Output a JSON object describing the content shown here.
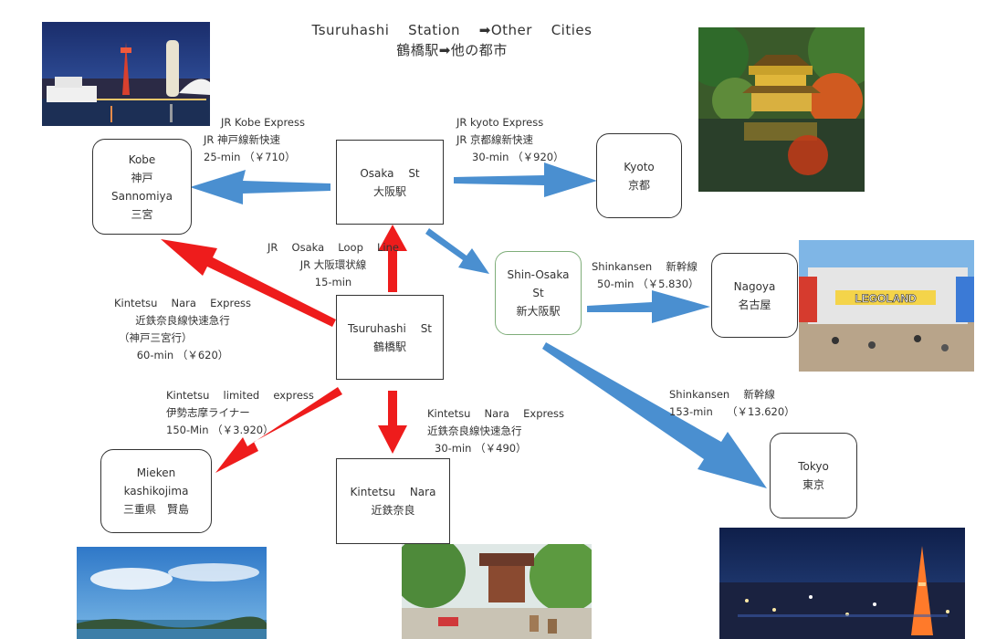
{
  "title": {
    "line1": "Tsuruhashi　 Station　 ➡Other　 Cities",
    "line2": "鶴橋駅➡他の都市"
  },
  "nodes": {
    "kobe": [
      "Kobe",
      "神戸",
      "Sannomiya",
      "三宮"
    ],
    "osaka": [
      "Osaka　 St",
      "大阪駅"
    ],
    "kyoto": [
      "Kyoto",
      "京都"
    ],
    "shin_osaka": [
      "Shin-Osaka",
      "St",
      "新大阪駅"
    ],
    "nagoya": [
      "Nagoya",
      "名古屋"
    ],
    "tsuruhashi": [
      "Tsuruhashi　 St",
      "鶴橋駅"
    ],
    "mieken": [
      "Mieken",
      "kashikojima",
      "三重県　賢島"
    ],
    "kintetsu_nara": [
      "Kintetsu　 Nara",
      "近鉄奈良"
    ],
    "tokyo": [
      "Tokyo",
      "東京"
    ]
  },
  "routes": {
    "kobe": [
      "JR Kobe Express",
      "JR 神戸線新快速",
      "25-min （￥710）"
    ],
    "kyoto": [
      "JR kyoto Express",
      "JR 京都線新快速",
      "30-min （￥920）"
    ],
    "loop": [
      "JR　 Osaka　 Loop　 Line",
      "JR 大阪環状線",
      "15-min"
    ],
    "nagoya": [
      "Shinkansen　 新幹線",
      "50-min （￥5.830）"
    ],
    "kintetsu_kobe": [
      "Kintetsu　 Nara　 Express",
      "近鉄奈良線快速急行",
      "（神戸三宮行）",
      "60-min （￥620）"
    ],
    "mieken": [
      "Kintetsu　 limited　 express",
      "伊勢志摩ライナー",
      "150-Min （￥3.920）"
    ],
    "nara": [
      "Kintetsu　 Nara　 Express",
      "近鉄奈良線快速急行",
      "30-min （￥490）"
    ],
    "tokyo": [
      "Shinkansen　 新幹線",
      "153-min　 （￥13.620）"
    ]
  },
  "photos": {
    "legoland_sign": "LEGOLAND"
  },
  "colors": {
    "blue_arrow": "#4a8fd0",
    "red_arrow": "#ee1c1c"
  }
}
